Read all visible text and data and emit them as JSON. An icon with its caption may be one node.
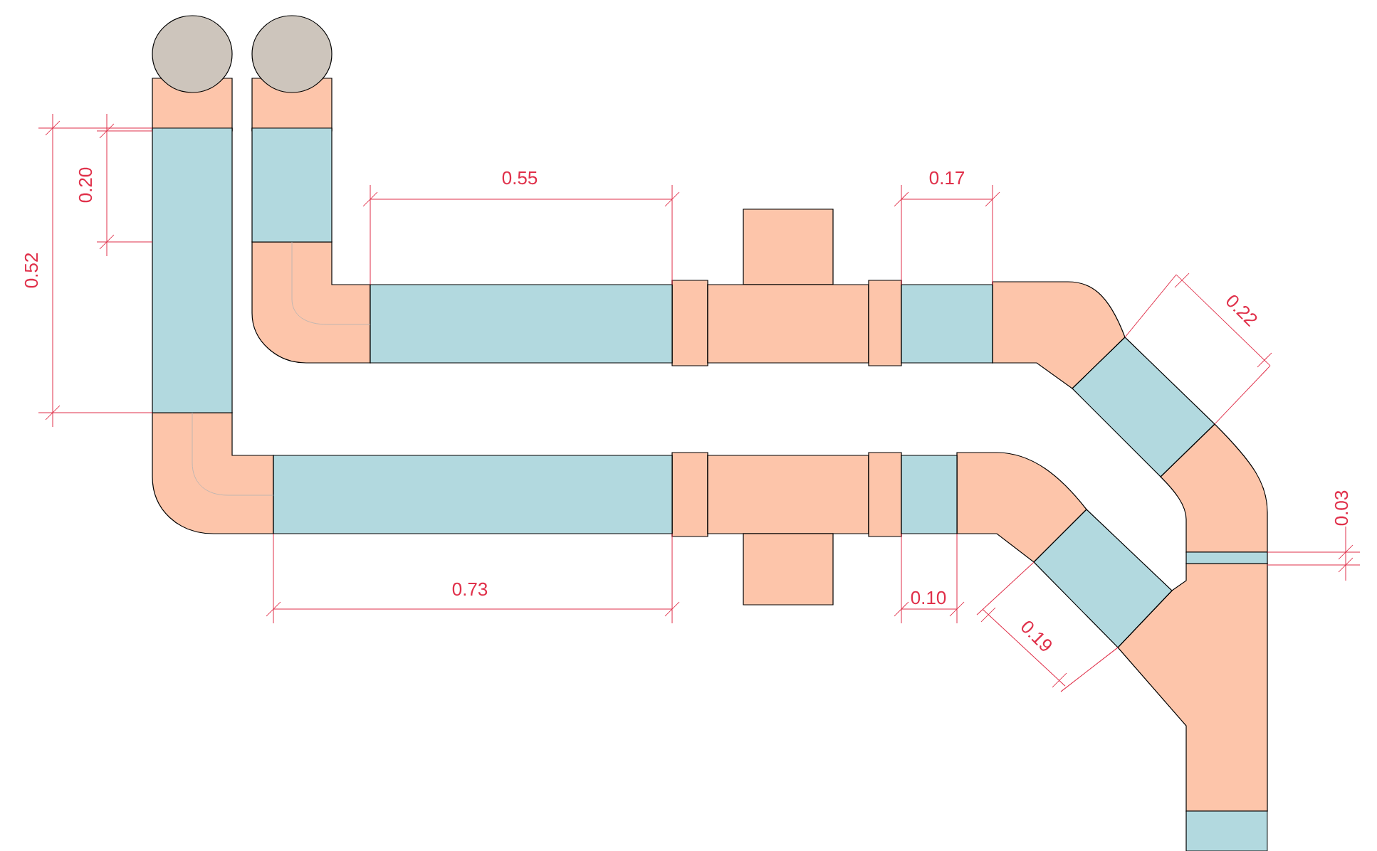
{
  "diagram": {
    "labels": [
      "0.55",
      "0.17",
      "0.20",
      "0.52",
      "0.22",
      "0.03",
      "0.73",
      "0.10",
      "0.19"
    ]
  }
}
